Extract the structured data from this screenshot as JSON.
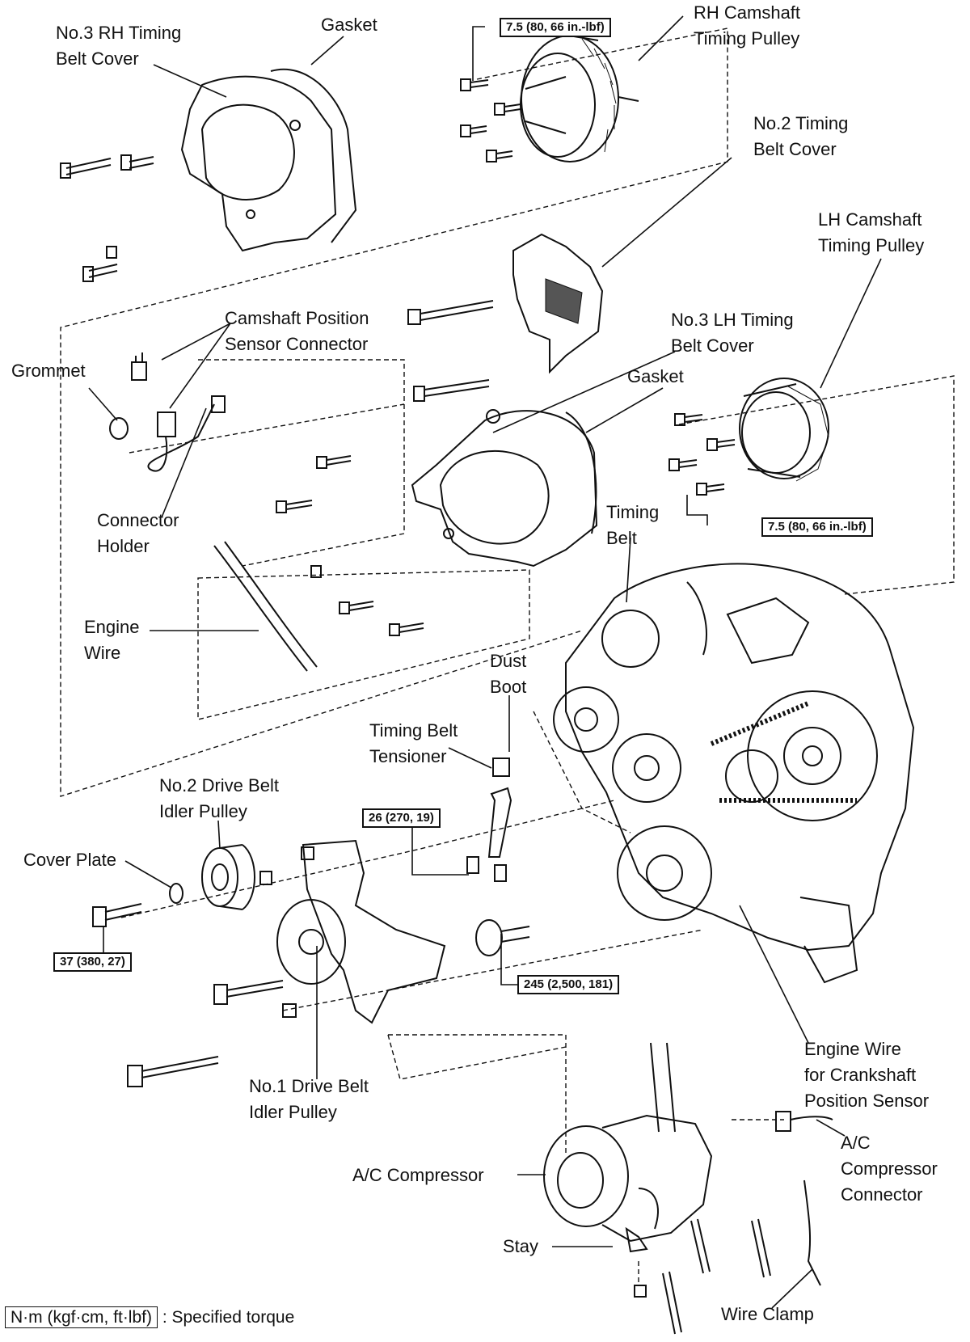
{
  "labels": {
    "no3_rh_cover": [
      "No.3 RH Timing",
      "Belt Cover"
    ],
    "gasket_top": "Gasket",
    "rh_cam_pulley": [
      "RH Camshaft",
      "Timing Pulley"
    ],
    "no2_cover": [
      "No.2 Timing",
      "Belt Cover"
    ],
    "lh_cam_pulley": [
      "LH Camshaft",
      "Timing Pulley"
    ],
    "cam_sensor_conn": [
      "Camshaft Position",
      "Sensor Connector"
    ],
    "grommet": "Grommet",
    "no3_lh_cover": [
      "No.3 LH Timing",
      "Belt Cover"
    ],
    "gasket_mid": "Gasket",
    "connector_holder": [
      "Connector",
      "Holder"
    ],
    "timing_belt": [
      "Timing",
      "Belt"
    ],
    "engine_wire": [
      "Engine",
      "Wire"
    ],
    "dust_boot": [
      "Dust",
      "Boot"
    ],
    "tensioner": [
      "Timing Belt",
      "Tensioner"
    ],
    "no2_idler": [
      "No.2 Drive Belt",
      "Idler Pulley"
    ],
    "cover_plate": "Cover Plate",
    "crank_wire": [
      "Engine Wire",
      "for Crankshaft",
      "Position Sensor"
    ],
    "no1_idler": [
      "No.1 Drive Belt",
      "Idler Pulley"
    ],
    "ac_conn": [
      "A/C",
      "Compressor",
      "Connector"
    ],
    "ac_comp": "A/C Compressor",
    "stay": "Stay",
    "wire_clamp": "Wire Clamp"
  },
  "torques": {
    "rh_pulley_bolt": "7.5 (80, 66 in.-lbf)",
    "lh_pulley_bolt": "7.5 (80, 66 in.-lbf)",
    "tensioner_bolt": "26 (270, 19)",
    "idler_bolt": "37 (380, 27)",
    "crank_bolt": "245 (2,500, 181)"
  },
  "legend": {
    "unit": "N·m (kgf·cm, ft·lbf)",
    "text": ": Specified torque"
  }
}
